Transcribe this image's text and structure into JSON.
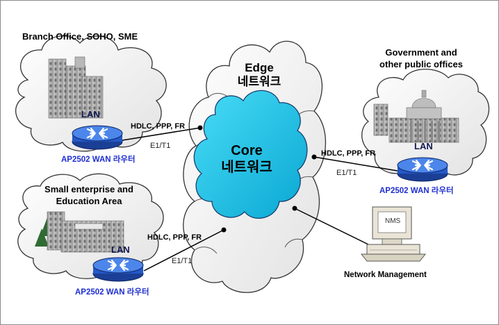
{
  "edge_network": {
    "line1": "Edge",
    "line2": "네트워크"
  },
  "core_network": {
    "line1": "Core",
    "line2": "네트워크"
  },
  "branch_site": {
    "title": "Branch Office, SOHO, SME",
    "lan": "LAN",
    "router": "AP2502 WAN 라우터",
    "protocols": "HDLC, PPP, FR",
    "line_type": "E1/T1"
  },
  "government_site": {
    "title_line1": "Government and",
    "title_line2": "other public offices",
    "lan": "LAN",
    "router": "AP2502 WAN 라우터",
    "protocols": "HDLC, PPP, FR",
    "line_type": "E1/T1"
  },
  "small_enterprise_site": {
    "title_line1": "Small enterprise and",
    "title_line2": "Education Area",
    "lan": "LAN",
    "router": "AP2502 WAN 라우터",
    "protocols": "HDLC, PPP, FR",
    "line_type": "E1/T1"
  },
  "network_management": {
    "screen_label": "NMS",
    "label": "Network Management"
  },
  "colors": {
    "core_cloud": "#17c3e8",
    "router_body": "#2a63d6",
    "router_caption": "#1f2fd0"
  }
}
